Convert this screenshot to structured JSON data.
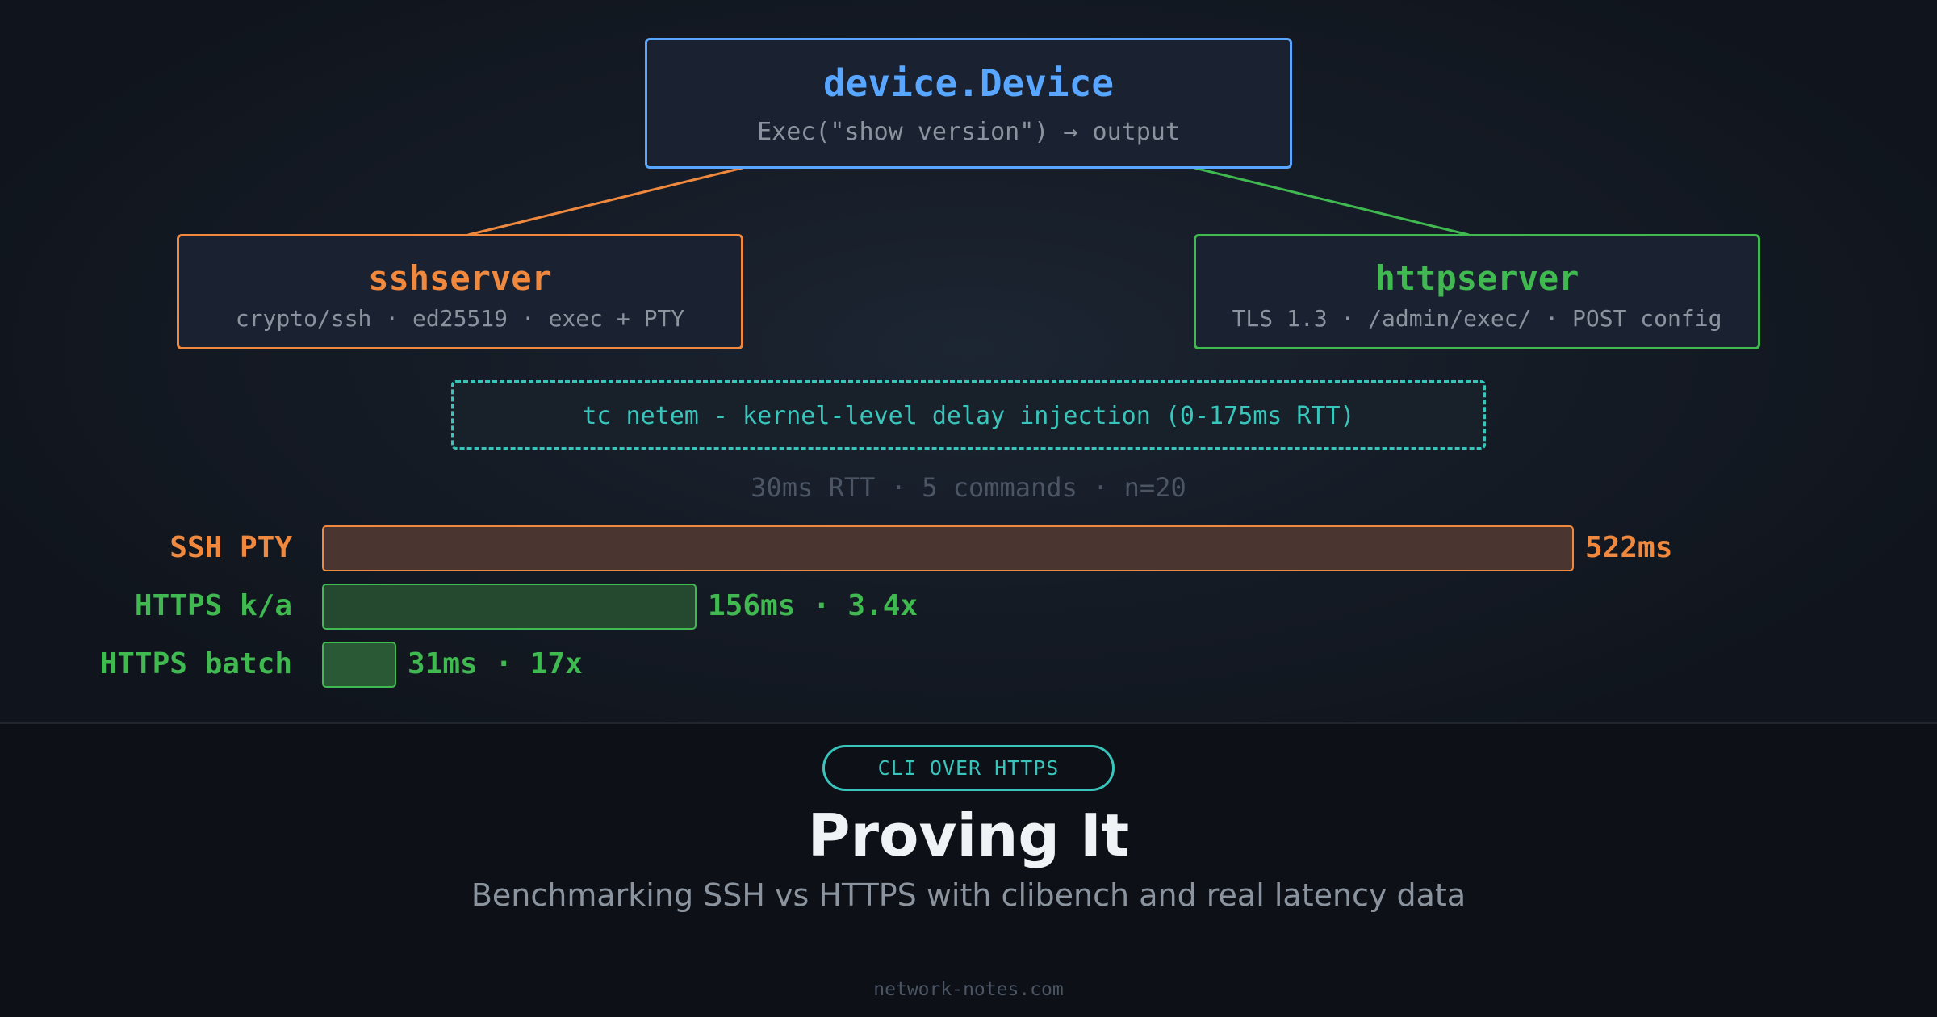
{
  "colors": {
    "primary": "#58a6ff",
    "ssh": "#f0883e",
    "https": "#3fb950",
    "netem": "#39c5bb",
    "background": "#0d1117"
  },
  "diagram": {
    "device": {
      "title": "device.Device",
      "subtitle": "Exec(\"show version\") → output"
    },
    "ssh_server": {
      "title": "sshserver",
      "subtitle": "crypto/ssh · ed25519 · exec + PTY"
    },
    "http_server": {
      "title": "httpserver",
      "subtitle": "TLS 1.3 · /admin/exec/ · POST config"
    },
    "netem": {
      "label": "tc netem - kernel-level delay injection (0-175ms RTT)"
    }
  },
  "benchmark": {
    "caption": "30ms RTT · 5 commands · n=20",
    "bars": [
      {
        "label": "SSH PTY",
        "value_ms": 522,
        "value_text": "522ms"
      },
      {
        "label": "HTTPS k/a",
        "value_ms": 156,
        "value_text": "156ms · 3.4x"
      },
      {
        "label": "HTTPS batch",
        "value_ms": 31,
        "value_text": "31ms · 17x"
      }
    ]
  },
  "footer": {
    "pill": "CLI OVER HTTPS",
    "title": "Proving It",
    "subtitle": "Benchmarking SSH vs HTTPS with clibench and real latency data",
    "site": "network-notes.com"
  }
}
